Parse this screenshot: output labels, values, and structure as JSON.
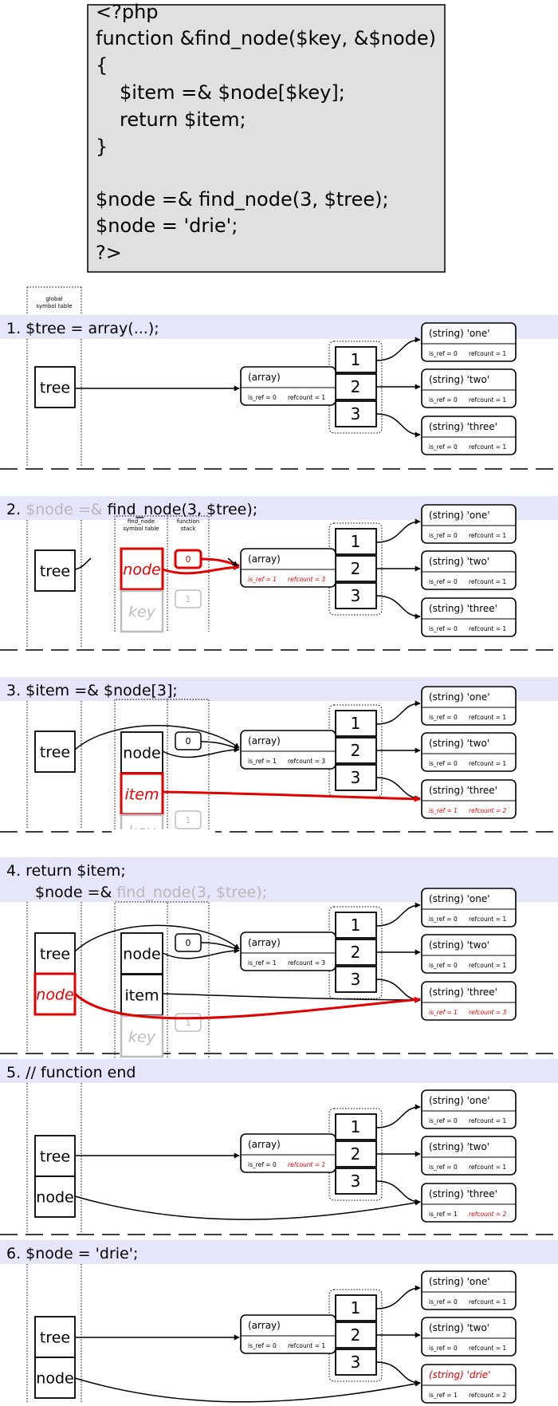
{
  "code": {
    "lines": [
      "<?php",
      "function &find_node($key, &$node)",
      "{",
      "    $item =& $node[$key];",
      "    return $item;",
      "}",
      "",
      "$node =& find_node(3, $tree);",
      "$node = 'drie';",
      "?>"
    ]
  },
  "labels": {
    "global_table_l1": "global",
    "global_table_l2": "symbol table",
    "fn_table_l1": "find_node",
    "fn_table_l2": "symbol table",
    "fn_stack_l1": "function",
    "fn_stack_l2": "stack",
    "array_type": "(array)",
    "str_one": "(string) 'one'",
    "str_two": "(string) 'two'",
    "str_three": "(string) 'three'",
    "str_drie": "(string) 'drie'",
    "isref0": "is_ref = 0",
    "isref1": "is_ref = 1",
    "rc1": "refcount = 1",
    "rc2": "refcount = 2",
    "rc3": "refcount = 3",
    "idx1": "1",
    "idx2": "2",
    "idx3": "3",
    "stack0": "0",
    "stack1": "1",
    "var_tree": "tree",
    "var_node": "node",
    "var_key": "key",
    "var_item": "item"
  },
  "steps": [
    {
      "num": "1.",
      "parts": [
        {
          "t": "$tree = array(...);",
          "g": false
        }
      ]
    },
    {
      "num": "2.",
      "parts": [
        {
          "t": "$node =&",
          "g": true
        },
        {
          "t": " find_node(3, $tree);",
          "g": false
        }
      ]
    },
    {
      "num": "3.",
      "parts": [
        {
          "t": "$item =& $node[3];",
          "g": false
        }
      ]
    },
    {
      "num": "4.",
      "parts": [
        {
          "t": "return $item;",
          "g": false
        }
      ],
      "line2": [
        {
          "t": "$node =&",
          "g": false
        },
        {
          "t": " find_node(3, $tree);",
          "g": true
        }
      ]
    },
    {
      "num": "5.",
      "parts": [
        {
          "t": "// function end",
          "g": false
        }
      ]
    },
    {
      "num": "6.",
      "parts": [
        {
          "t": "$node = 'drie';",
          "g": false
        }
      ]
    }
  ],
  "colors": {
    "highlight": "#e00000",
    "band": "#e6e6fa",
    "code_bg": "#e0e0e0",
    "gray": "#bdbdbd"
  }
}
